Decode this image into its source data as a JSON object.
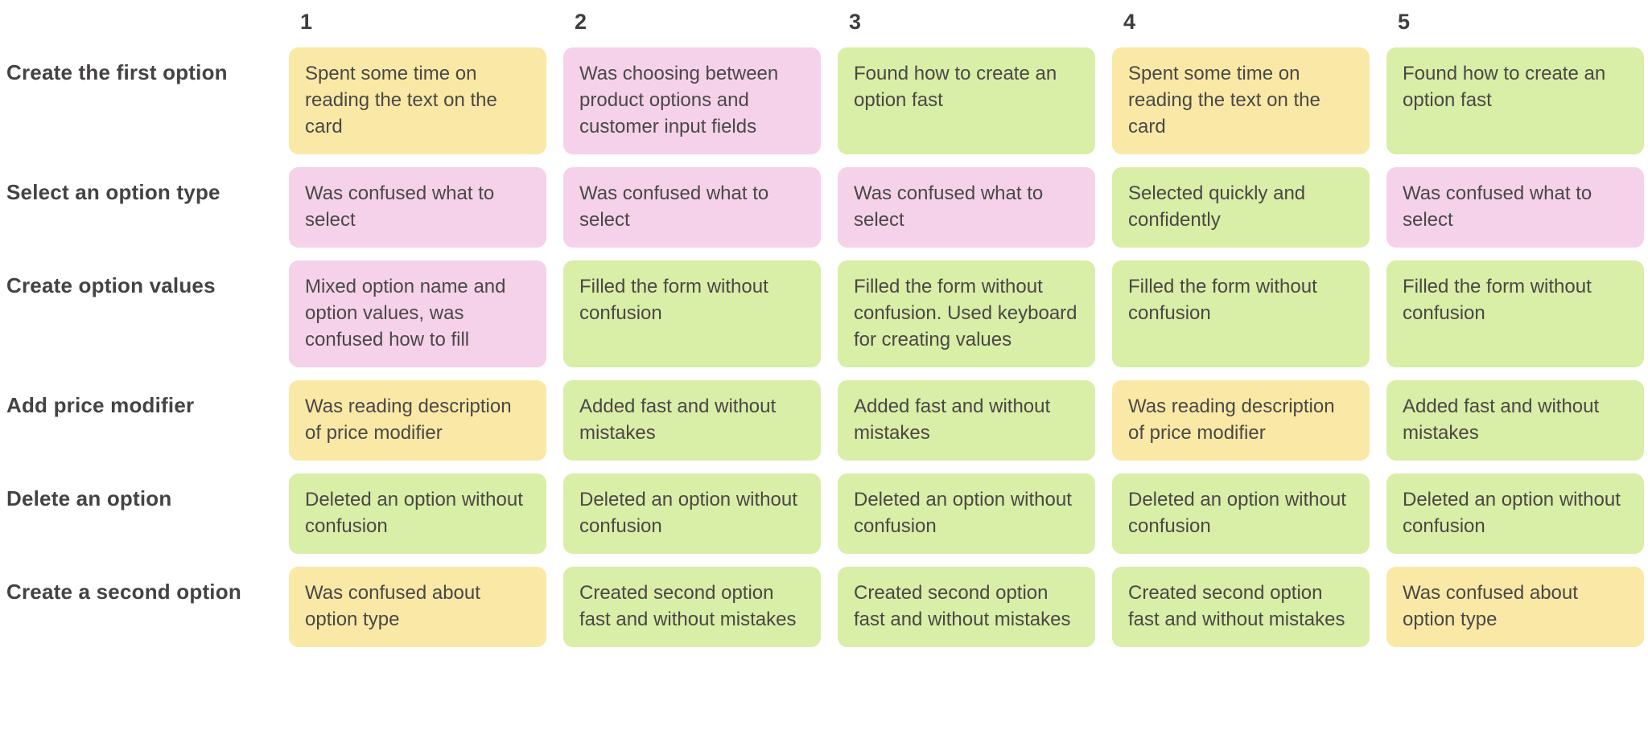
{
  "matrix": {
    "columns": [
      "1",
      "2",
      "3",
      "4",
      "5"
    ],
    "palette": {
      "yellow": "#FAE9A6",
      "pink": "#F5D2EA",
      "green": "#D9EEA7"
    },
    "text_color": "#4a4846",
    "rows": [
      {
        "task": "Create the first option",
        "cells": [
          {
            "text": "Spent some time on reading the text on the card",
            "color": "yellow"
          },
          {
            "text": "Was choosing between product options and customer input fields",
            "color": "pink"
          },
          {
            "text": "Found how to create an option fast",
            "color": "green"
          },
          {
            "text": "Spent some time on reading the text on the card",
            "color": "yellow"
          },
          {
            "text": "Found how to create an option fast",
            "color": "green"
          }
        ]
      },
      {
        "task": "Select an option type",
        "cells": [
          {
            "text": "Was confused what to select",
            "color": "pink"
          },
          {
            "text": "Was confused what to select",
            "color": "pink"
          },
          {
            "text": "Was confused what to select",
            "color": "pink"
          },
          {
            "text": "Selected quickly and confidently",
            "color": "green"
          },
          {
            "text": "Was confused what to select",
            "color": "pink"
          }
        ]
      },
      {
        "task": "Create option values",
        "cells": [
          {
            "text": "Mixed option name and option values, was confused how to fill",
            "color": "pink"
          },
          {
            "text": "Filled the form without confusion",
            "color": "green"
          },
          {
            "text": "Filled the form without confusion. Used keyboard for creating values",
            "color": "green"
          },
          {
            "text": "Filled the form without confusion",
            "color": "green"
          },
          {
            "text": "Filled the form without confusion",
            "color": "green"
          }
        ]
      },
      {
        "task": "Add price modifier",
        "cells": [
          {
            "text": "Was reading description of price modifier",
            "color": "yellow"
          },
          {
            "text": "Added fast and without mistakes",
            "color": "green"
          },
          {
            "text": "Added fast and without mistakes",
            "color": "green"
          },
          {
            "text": "Was reading description of price modifier",
            "color": "yellow"
          },
          {
            "text": "Added fast and without mistakes",
            "color": "green"
          }
        ]
      },
      {
        "task": "Delete an option",
        "cells": [
          {
            "text": "Deleted an option without confusion",
            "color": "green"
          },
          {
            "text": "Deleted an option without confusion",
            "color": "green"
          },
          {
            "text": "Deleted an option without confusion",
            "color": "green"
          },
          {
            "text": "Deleted an option without confusion",
            "color": "green"
          },
          {
            "text": "Deleted an option without confusion",
            "color": "green"
          }
        ]
      },
      {
        "task": "Create a second option",
        "cells": [
          {
            "text": "Was confused about option type",
            "color": "yellow"
          },
          {
            "text": "Created second option fast and without mistakes",
            "color": "green"
          },
          {
            "text": "Created second option fast and without mistakes",
            "color": "green"
          },
          {
            "text": "Created second option fast and without mistakes",
            "color": "green"
          },
          {
            "text": "Was confused about option type",
            "color": "yellow"
          }
        ]
      }
    ]
  }
}
